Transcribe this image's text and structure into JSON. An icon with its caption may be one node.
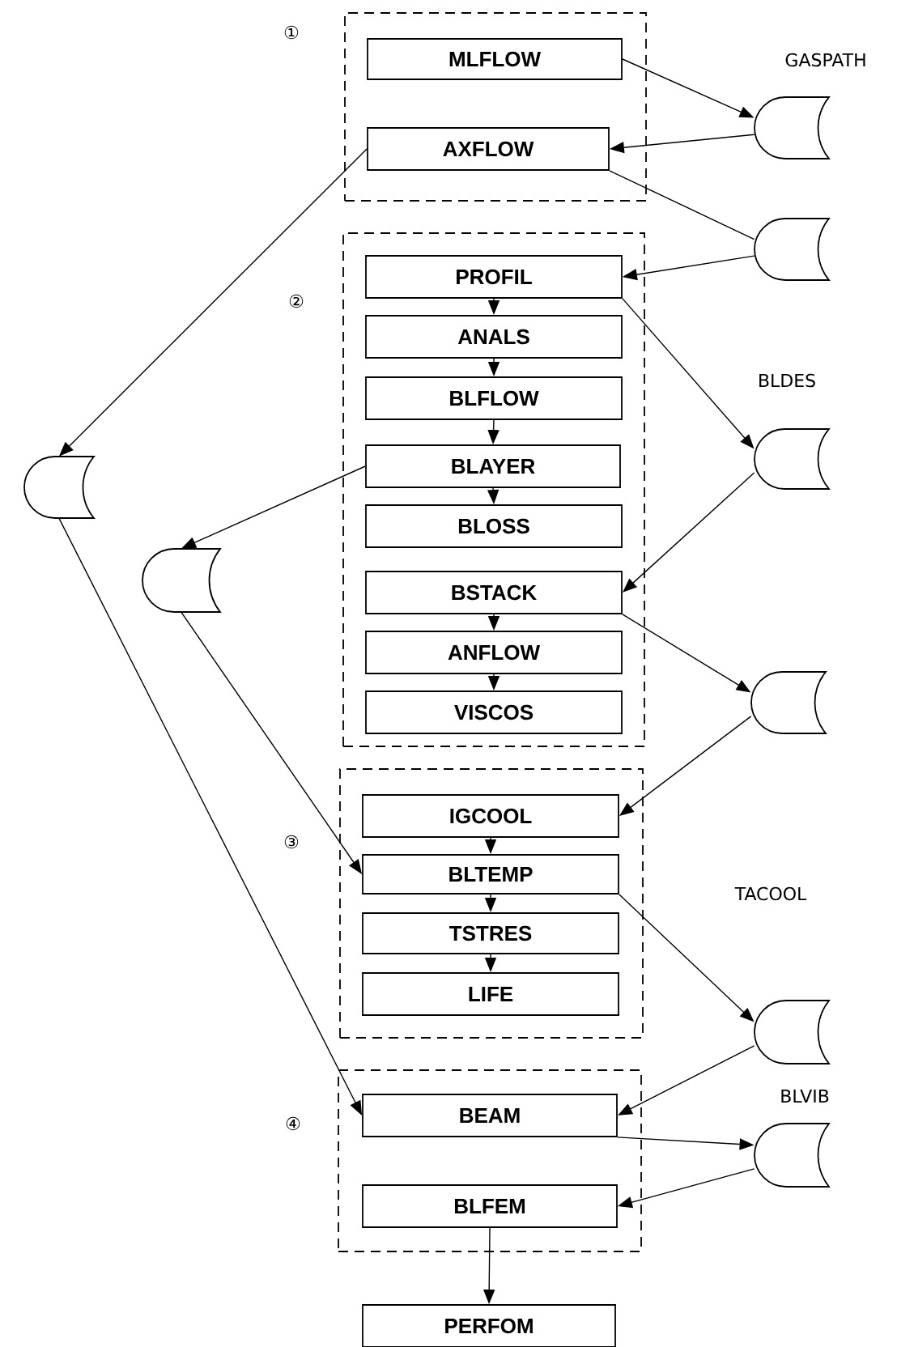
{
  "diagram": {
    "nodes": [
      {
        "text": [],
        "shape": "box",
        "beside": [
          "①"
        ]
      },
      {
        "text": [
          "MLFLOW"
        ],
        "in": 0
      },
      {
        "text": [
          "AXFLOW"
        ],
        "in": 0
      },
      {
        "text": [],
        "shape": "box",
        "beside": [
          "②"
        ]
      },
      {
        "text": [
          "PROFIL"
        ],
        "in": 3
      },
      {
        "text": [
          "ANALS"
        ],
        "in": 3
      },
      {
        "text": [
          "BLFLOW"
        ],
        "in": 3
      },
      {
        "text": [
          "BLAYER"
        ],
        "in": 3
      },
      {
        "text": [
          "BLOSS"
        ],
        "in": 3
      },
      {
        "text": [
          "BSTACK"
        ],
        "in": 3
      },
      {
        "text": [
          "ANFLOW"
        ],
        "in": 3
      },
      {
        "text": [
          "VISCOS"
        ],
        "in": 3
      },
      {
        "text": [],
        "shape": "box",
        "beside": [
          "③"
        ]
      },
      {
        "text": [
          "IGCOOL"
        ],
        "in": 12
      },
      {
        "text": [
          "BLTEMP"
        ],
        "in": 12
      },
      {
        "text": [
          "TSTRES"
        ],
        "in": 12
      },
      {
        "text": [
          "LIFE"
        ],
        "in": 12
      },
      {
        "text": [],
        "shape": "box",
        "beside": [
          "④"
        ]
      },
      {
        "text": [
          "BEAM"
        ],
        "in": 17
      },
      {
        "text": [
          "BLFEM"
        ],
        "in": 17
      },
      {
        "text": [
          "PERFOM"
        ]
      },
      {
        "text": [],
        "shape": "storage",
        "beside": [
          "GASPATH"
        ]
      },
      {
        "text": [],
        "shape": "storage"
      },
      {
        "text": [],
        "shape": "storage",
        "beside": [
          "BLDES"
        ]
      },
      {
        "text": [],
        "shape": "storage"
      },
      {
        "text": [],
        "shape": "storage"
      },
      {
        "text": [],
        "shape": "storage",
        "beside": [
          "BLVIB"
        ]
      },
      {
        "text": [],
        "shape": "storage"
      },
      {
        "text": [],
        "shape": "storage"
      }
    ],
    "edges": [
      {
        "from": 1,
        "to": 21,
        "arrow": "to"
      },
      {
        "from": 21,
        "to": 2,
        "arrow": "to"
      },
      {
        "from": 2,
        "to": 22,
        "arrow": "none"
      },
      {
        "from": 22,
        "to": 4,
        "arrow": "to"
      },
      {
        "from": 2,
        "to": 27,
        "arrow": "to"
      },
      {
        "from": 4,
        "to": 5,
        "arrow": "to"
      },
      {
        "from": 5,
        "to": 6,
        "arrow": "to"
      },
      {
        "from": 6,
        "to": 7,
        "arrow": "to"
      },
      {
        "from": 7,
        "to": 8,
        "arrow": "to"
      },
      {
        "from": 9,
        "to": 10,
        "arrow": "to"
      },
      {
        "from": 10,
        "to": 11,
        "arrow": "to"
      },
      {
        "from": 4,
        "to": 23,
        "arrow": "to"
      },
      {
        "from": 23,
        "to": 9,
        "arrow": "to"
      },
      {
        "from": 7,
        "to": 28,
        "arrow": "to"
      },
      {
        "from": 9,
        "to": 24,
        "arrow": "to"
      },
      {
        "from": 24,
        "to": 13,
        "arrow": "to"
      },
      {
        "from": 13,
        "to": 14,
        "arrow": "to"
      },
      {
        "from": 14,
        "to": 15,
        "arrow": "to"
      },
      {
        "from": 15,
        "to": 16,
        "arrow": "to"
      },
      {
        "from": 28,
        "to": 14,
        "arrow": "to"
      },
      {
        "from": 27,
        "to": 18,
        "arrow": "to"
      },
      {
        "from": 14,
        "to": 25,
        "arrow": "to"
      },
      {
        "from": 25,
        "to": 18,
        "arrow": "to"
      },
      {
        "from": 18,
        "to": 26,
        "arrow": "to"
      },
      {
        "from": 26,
        "to": 19,
        "arrow": "to"
      },
      {
        "from": 19,
        "to": 20,
        "arrow": "to"
      }
    ],
    "labels": [
      "TACOOL"
    ]
  }
}
